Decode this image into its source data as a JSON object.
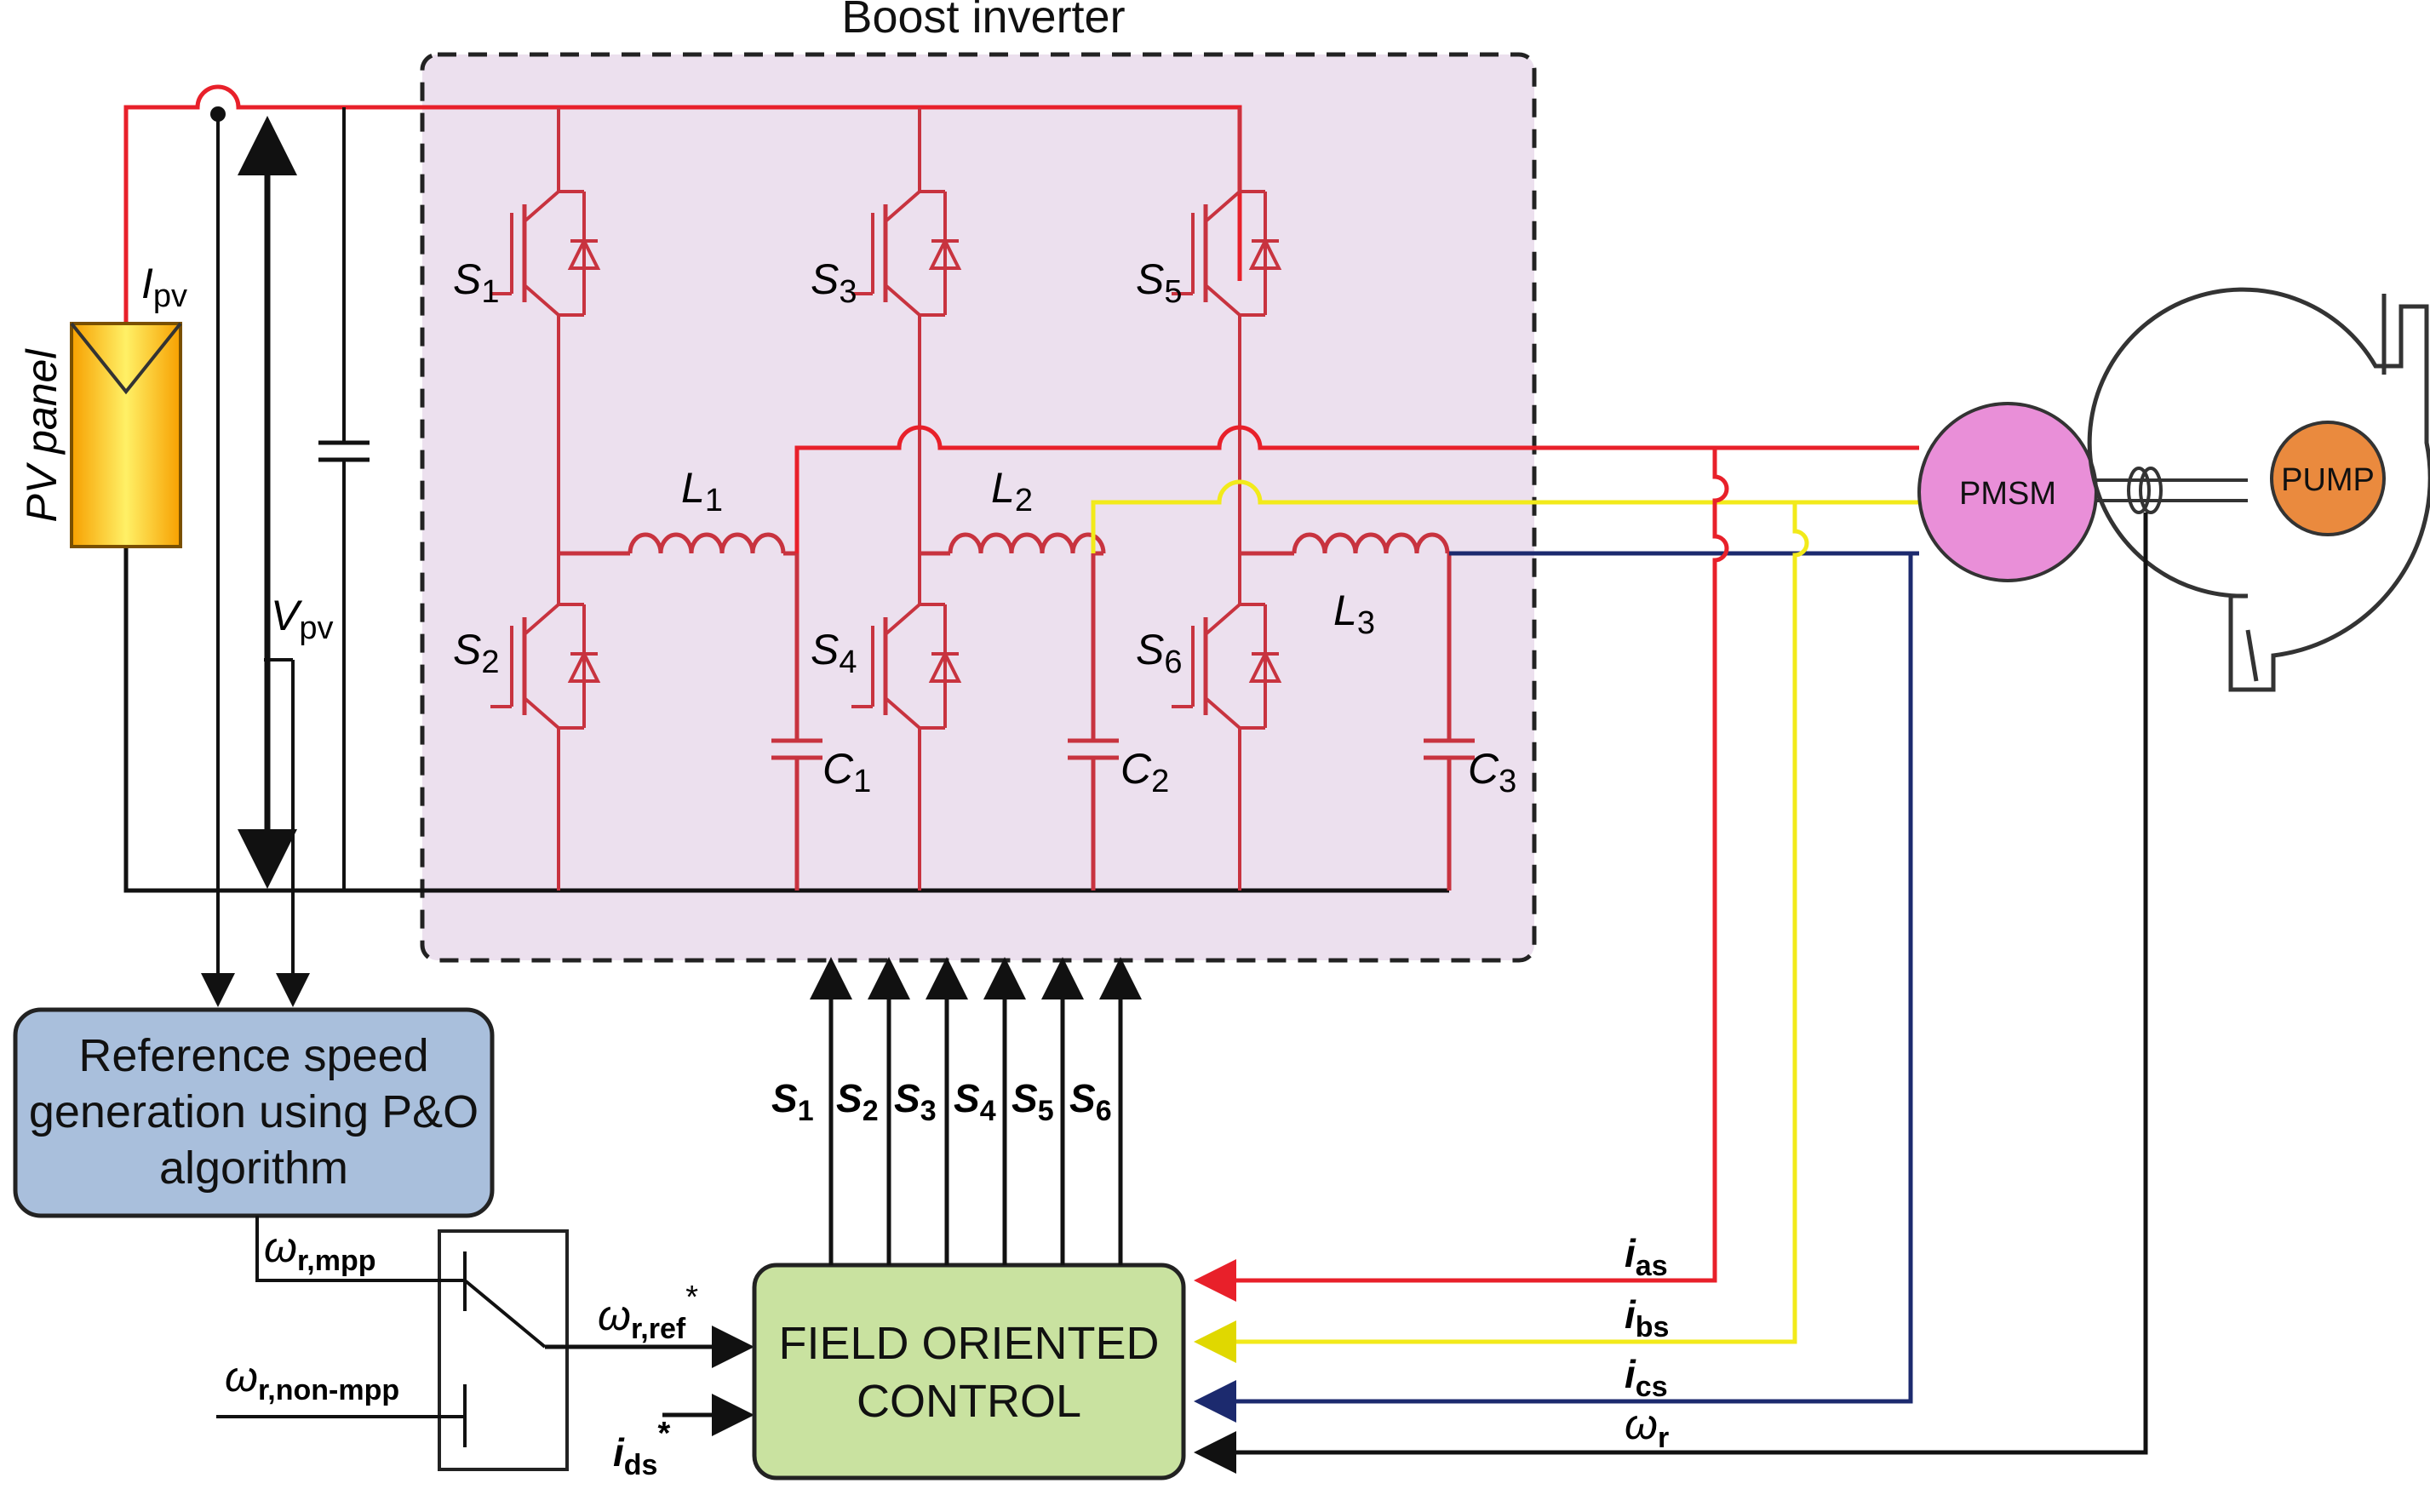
{
  "boost_inverter_label": "Boost inverter",
  "pv_panel_label": "PV panel",
  "ipv": {
    "main": "I",
    "sub": "pv"
  },
  "vpv": {
    "main": "V",
    "sub": "pv"
  },
  "switches": [
    {
      "main": "S",
      "sub": "1"
    },
    {
      "main": "S",
      "sub": "2"
    },
    {
      "main": "S",
      "sub": "3"
    },
    {
      "main": "S",
      "sub": "4"
    },
    {
      "main": "S",
      "sub": "5"
    },
    {
      "main": "S",
      "sub": "6"
    }
  ],
  "inductors": [
    {
      "main": "L",
      "sub": "1"
    },
    {
      "main": "L",
      "sub": "2"
    },
    {
      "main": "L",
      "sub": "3"
    }
  ],
  "capacitors": [
    {
      "main": "C",
      "sub": "1"
    },
    {
      "main": "C",
      "sub": "2"
    },
    {
      "main": "C",
      "sub": "3"
    }
  ],
  "pmsm_label": "PMSM",
  "pump_label": "PUMP",
  "ref_block": {
    "line1": "Reference speed",
    "line2": "generation using P&O",
    "line3": "algorithm"
  },
  "foc_block": {
    "line1": "FIELD ORIENTED",
    "line2": "CONTROL"
  },
  "gate_signals": [
    {
      "main": "S",
      "sub": "1"
    },
    {
      "main": "S",
      "sub": "2"
    },
    {
      "main": "S",
      "sub": "3"
    },
    {
      "main": "S",
      "sub": "4"
    },
    {
      "main": "S",
      "sub": "5"
    },
    {
      "main": "S",
      "sub": "6"
    }
  ],
  "omega_mpp": {
    "main": "ω",
    "sub": "r,mpp"
  },
  "omega_non_mpp": {
    "main": "ω",
    "sub": "r,non-mpp"
  },
  "omega_ref": {
    "main": "ω",
    "sub": "r,ref",
    "sup": "*"
  },
  "ids": {
    "main": "i",
    "sub": "ds",
    "sup": "*"
  },
  "feedback": [
    {
      "main": "i",
      "sub": "as"
    },
    {
      "main": "i",
      "sub": "bs"
    },
    {
      "main": "i",
      "sub": "cs"
    },
    {
      "main": "ω",
      "sub": "r"
    }
  ],
  "colors": {
    "phase_a": "#e8202a",
    "phase_b": "#f2ea1a",
    "phase_c": "#1c2a6e",
    "circuit": "#c8333f",
    "inverter_bg": "#ece0ee",
    "ref_block": "#a9bfdc",
    "foc_block": "#c9e2a0",
    "pmsm": "#e98fd8",
    "pump": "#ea8a3e",
    "pv": "#f0c020"
  }
}
